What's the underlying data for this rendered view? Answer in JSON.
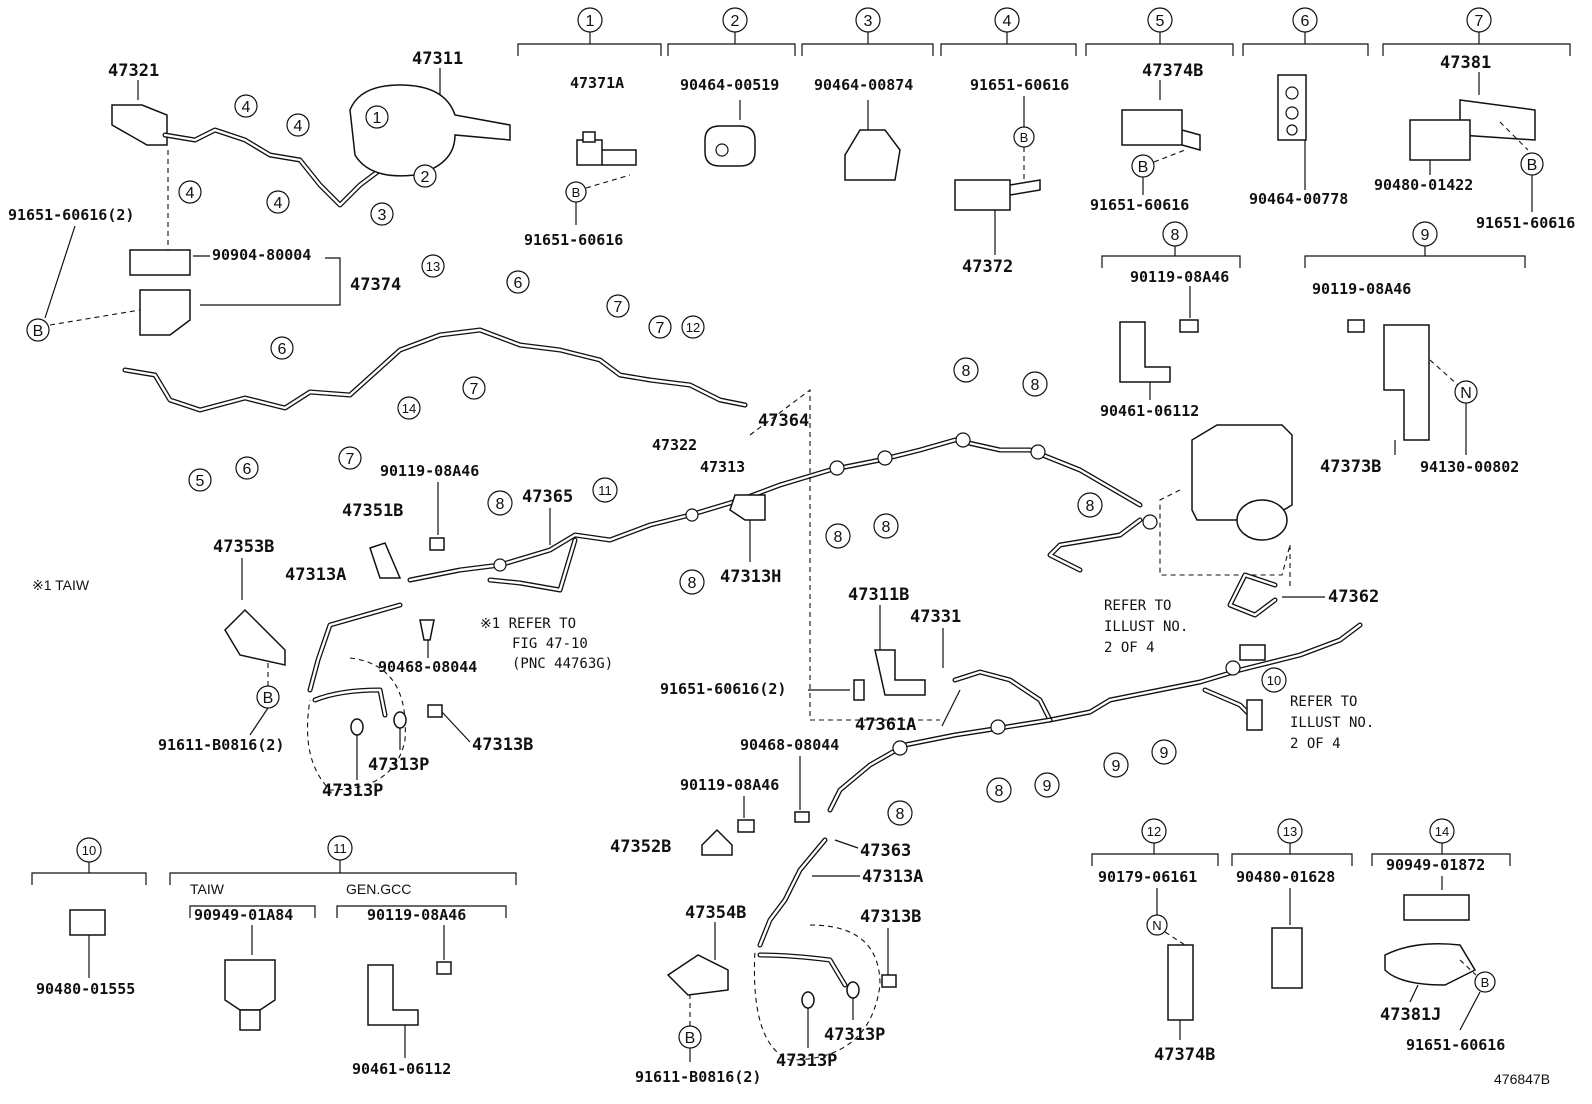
{
  "groups": [
    {
      "num": "1",
      "parts": [
        {
          "pn": "47371A"
        },
        {
          "pn": "91651-60616",
          "marker": "B"
        }
      ]
    },
    {
      "num": "2",
      "parts": [
        {
          "pn": "90464-00519"
        }
      ]
    },
    {
      "num": "3",
      "parts": [
        {
          "pn": "90464-00874"
        }
      ]
    },
    {
      "num": "4",
      "parts": [
        {
          "pn": "91651-60616",
          "marker": "B"
        },
        {
          "pn": "47372"
        }
      ]
    },
    {
      "num": "5",
      "parts": [
        {
          "pn": "47374B"
        },
        {
          "pn": "91651-60616",
          "marker": "B"
        }
      ]
    },
    {
      "num": "6",
      "parts": [
        {
          "pn": "90464-00778"
        }
      ]
    },
    {
      "num": "7",
      "parts": [
        {
          "pn": "47381"
        },
        {
          "pn": "90480-01422"
        },
        {
          "pn": "91651-60616",
          "marker": "B"
        }
      ]
    },
    {
      "num": "8",
      "parts": [
        {
          "pn": "90119-08A46"
        },
        {
          "pn": "90461-06112"
        }
      ]
    },
    {
      "num": "9",
      "parts": [
        {
          "pn": "90119-08A46"
        },
        {
          "pn": "47373B"
        },
        {
          "pn": "94130-00802",
          "marker": "N"
        }
      ]
    },
    {
      "num": "10",
      "parts": [
        {
          "pn": "90480-01555"
        }
      ]
    },
    {
      "num": "11",
      "variants": [
        {
          "label": "TAIW",
          "parts": [
            {
              "pn": "90949-01A84"
            }
          ]
        },
        {
          "label": "GEN.GCC",
          "parts": [
            {
              "pn": "90119-08A46"
            },
            {
              "pn": "90461-06112"
            }
          ]
        }
      ]
    },
    {
      "num": "12",
      "parts": [
        {
          "pn": "90179-06161"
        },
        {
          "pn": "47374B"
        },
        {
          "marker": "N"
        }
      ]
    },
    {
      "num": "13",
      "parts": [
        {
          "pn": "90480-01628"
        }
      ]
    },
    {
      "num": "14",
      "parts": [
        {
          "pn": "90949-01872"
        },
        {
          "pn": "47381J"
        },
        {
          "pn": "91651-60616",
          "marker": "B"
        }
      ]
    }
  ],
  "main_labels": {
    "p47321": "47321",
    "p47311": "47311",
    "p91651_2": "91651-60616(2)",
    "p90904": "90904-80004",
    "p47374": "47374",
    "p47322": "47322",
    "p47313": "47313",
    "p47364": "47364",
    "p90119_a": "90119-08A46",
    "p47351B": "47351B",
    "p47365": "47365",
    "p47353B": "47353B",
    "p47313A_a": "47313A",
    "p47313H": "47313H",
    "p90468_a": "90468-08044",
    "p91611_a": "91611-B0816(2)",
    "p47313B_a": "47313B",
    "p47313P_a1": "47313P",
    "p47313P_a2": "47313P",
    "p47311B": "47311B",
    "p47331": "47331",
    "p47362": "47362",
    "p91651_2b": "91651-60616(2)",
    "p47361A": "47361A",
    "p90468_b": "90468-08044",
    "p90119_b": "90119-08A46",
    "p47352B": "47352B",
    "p47363": "47363",
    "p47313A_b": "47313A",
    "p47354B": "47354B",
    "p47313B_b": "47313B",
    "p47313P_b1": "47313P",
    "p47313P_b2": "47313P",
    "p91611_b": "91611-B0816(2)"
  },
  "notes": {
    "taiw_mark": "※1 TAIW",
    "refer_fig_1": "※1 REFER TO",
    "refer_fig_2": "FIG 47-10",
    "refer_fig_3": "(PNC 44763G)",
    "refer_ill_a1": "REFER TO",
    "refer_ill_a2": "ILLUST NO.",
    "refer_ill_a3": "2 OF 4",
    "refer_ill_b1": "REFER TO",
    "refer_ill_b2": "ILLUST NO.",
    "refer_ill_b3": "2 OF 4",
    "figure_id": "476847B"
  },
  "callouts": [
    "1",
    "2",
    "3",
    "4",
    "5",
    "6",
    "7",
    "8",
    "9",
    "10",
    "11",
    "12",
    "13",
    "14",
    "B",
    "N"
  ],
  "colors": {
    "line": "#111111",
    "background": "#ffffff"
  }
}
